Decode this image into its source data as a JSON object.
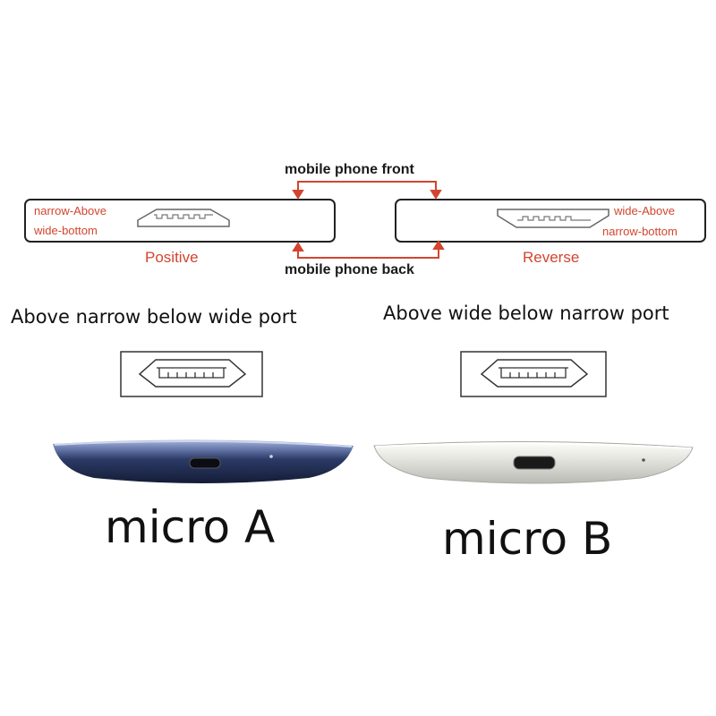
{
  "diagram": {
    "front_label": "mobile phone front",
    "back_label": "mobile phone back",
    "left_panel": {
      "top_label": "narrow-Above",
      "bottom_label": "wide-bottom",
      "name": "Positive"
    },
    "right_panel": {
      "top_label": "wide-Above",
      "bottom_label": "narrow-bottom",
      "name": "Reverse"
    }
  },
  "ports": {
    "left_caption": "Above narrow below wide port",
    "right_caption": "Above wide below narrow port"
  },
  "photos": {
    "left_name": "micro A",
    "right_name": "micro B"
  },
  "colors": {
    "diagram_red": "#d2452f",
    "phone_a_body": "#2b3a66",
    "phone_b_body": "#e6e6e0"
  }
}
